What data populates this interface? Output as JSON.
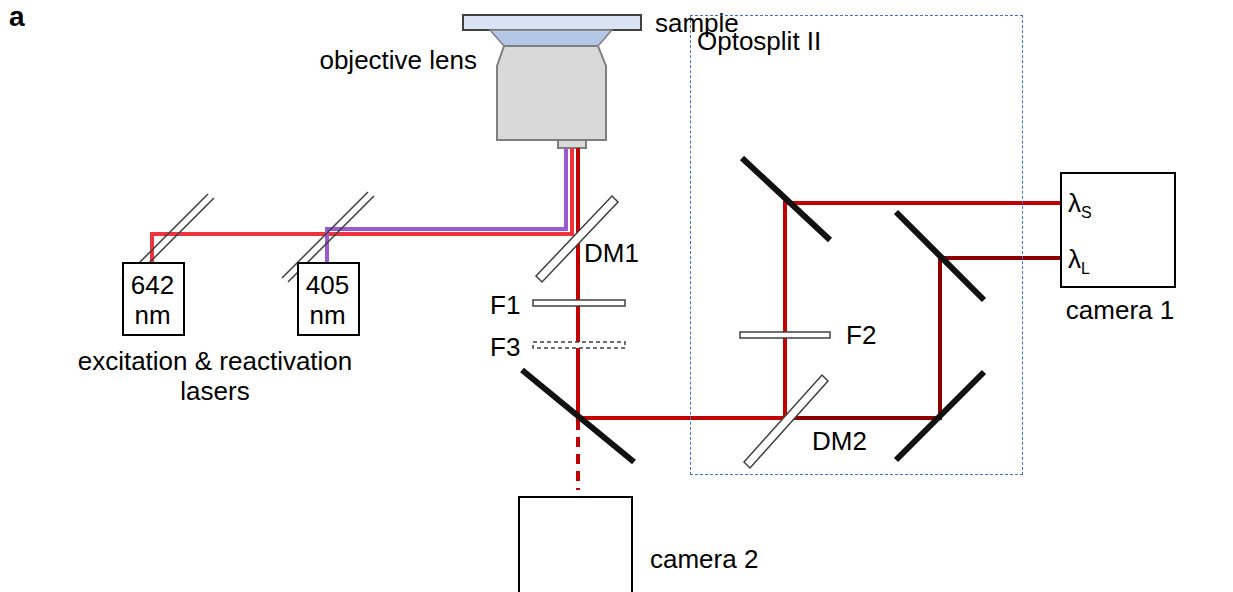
{
  "diagram": {
    "nodes": [
      {
        "text": [
          "sample"
        ]
      },
      {
        "text": [
          "objective lens"
        ]
      },
      {
        "text": [
          "Optosplit II"
        ]
      },
      {
        "text": [
          "642 nm"
        ]
      },
      {
        "text": [
          "405 nm"
        ]
      },
      {
        "text": [
          "λS",
          "λL",
          "camera 1"
        ]
      },
      {
        "text": [
          "camera 2"
        ]
      }
    ],
    "labels": [
      "a",
      "DM1",
      "F1",
      "F3",
      "F2",
      "DM2",
      "excitation & reactivation lasers"
    ]
  }
}
